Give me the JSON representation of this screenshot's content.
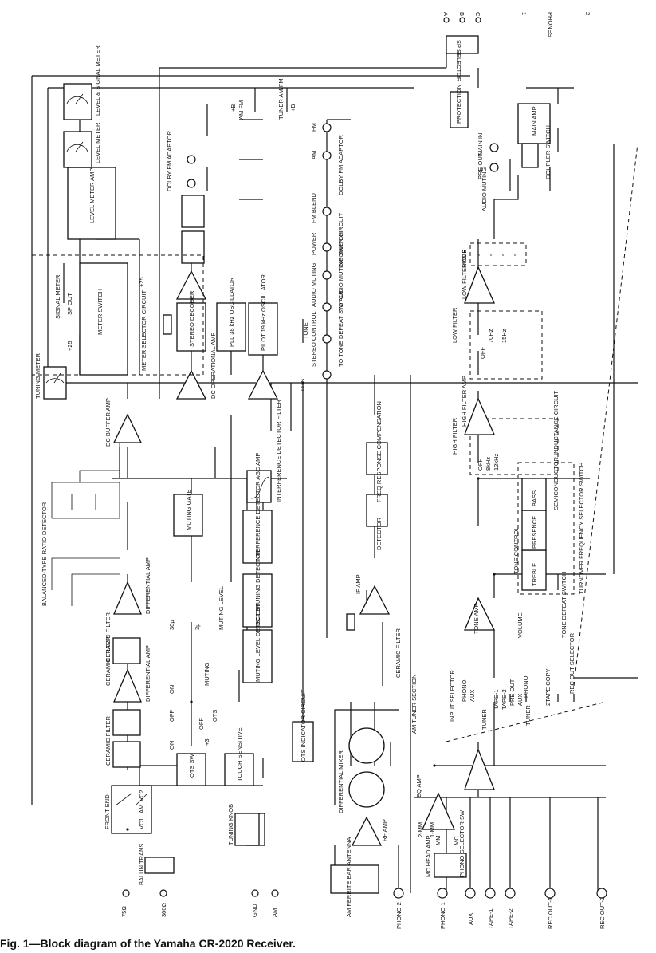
{
  "caption": "Fig. 1—Block diagram of the Yamaha CR-2020 Receiver.",
  "terminals": {
    "t75": "75Ω",
    "t300": "300Ω",
    "gnd": "GND",
    "am": "AM",
    "phono2": "PHONO 2",
    "phono1": "PHONO 1",
    "aux": "AUX",
    "tape1": "TAPE-1",
    "tape2": "TAPE-2",
    "recout1": "REC OUT-1",
    "recout2": "REC OUT-2",
    "spa": "A",
    "spb": "B",
    "spc": "C",
    "ph1": "1",
    "ph2": "2",
    "phones": "PHONES"
  },
  "fm": {
    "balun": "BALUN TRANS",
    "front_end": "FRONT END",
    "vc1": "VC1",
    "am_vc": "AM",
    "vc2": "VC2",
    "tuning_knob": "TUNING KNOB",
    "ceramic_filter_1": "CERAMIC FILTER",
    "differential_amp_1": "DIFFERENTIAL AMP",
    "ceramic_filter_2": "CERAMIC FILTER",
    "ceramic_filter_3": "CERAMIC FILTER",
    "differential_amp_2": "DIFFERENTIAL AMP",
    "ratio_detector": "BALANCED-TYPE RATIO DETECTOR",
    "dc_buffer_amp": "DC BUFFER AMP",
    "tuning_meter": "TUNING METER",
    "interference_filter": "INTERFERENCE DETECTOR FILTER",
    "ots_sw": "OTS SW",
    "touch_sensitive": "TOUCH SENSITIVE",
    "ots_indicator": "OTS INDICATOR CIRCUIT",
    "muting_gate": "MUTING GATE",
    "interference_agc": "INTERFERENCE DETECTOR AGC AMP",
    "dc_detuning": "DC DETUNING DETECTOR",
    "muting_level_detector": "MUTING LEVEL DETECTOR",
    "muting_level": "MUTING LEVEL",
    "on": "ON",
    "off": "OFF",
    "muting": "MUTING",
    "ots": "OTS",
    "plus3": "+3",
    "uv30": "30μ",
    "uv3": "3μ",
    "dc_op_amp": "DC OPERATIONAL AMP",
    "stereo_decoder": "STEREO DECODER",
    "pll": "PLL 38 kHz OSCILLATOR",
    "pilot": "PILOT 19 kHz OSCILLATOR",
    "ots_lamp": "OTS",
    "stereo_control": "STEREO CONTROL",
    "tone": "TONE",
    "to_tone_defeat": "TO TONE DEFEAT SWITCH",
    "audio_muting": "AUDIO MUTING",
    "to_audio_muting": "TO AUDIO MUTING SWITCH",
    "power": "POWER",
    "to_power": "TO POWER CIRCUIT",
    "fm_blend": "FM BLEND",
    "dolby_adaptor_r": "DOLBY FM ADAPTOR",
    "dolby_adaptor_l": "DOLBY FM ADAPTOR",
    "am_lamp": "AM",
    "fm_lamp": "FM",
    "tuner_sw": "TUNER AM/FM",
    "plusb1": "+B",
    "plusb2": "+B",
    "am_fm": "AM FM",
    "meter_selector": "METER SELECTOR CIRCUIT",
    "level_meter_amp": "LEVEL METER AMP",
    "level_meter": "LEVEL METER",
    "level_signal_meter": "LEVEL & SIGNAL METER",
    "signal_meter": "SIGNAL METER",
    "sp_out": "SP OUT",
    "meter_switch": "METER SWITCH",
    "p25a": "+25",
    "p25b": "+25"
  },
  "am": {
    "ferrite": "AM FERRITE BAR ANTENNA",
    "rf_amp": "RF AMP",
    "diff_mixer": "DIFFERENTIAL MIXER",
    "ceramic_filter": "CERAMIC FILTER",
    "if_amp": "IF AMP",
    "detector": "DETECTOR",
    "freq_resp": "FREQ RESPONSE COMPENSATION",
    "section": "AM TUNER SECTION"
  },
  "audio": {
    "mc_head_amp": "MC HEAD AMP",
    "phono_selector": "PHONO SELECTOR SW",
    "mm": "MM",
    "mc": "MC",
    "mm2": "2-MM",
    "mm1": "1-MM",
    "eq_amp": "EQ AMP",
    "input_selector": "INPUT SELECTOR",
    "in_phono": "PHONO",
    "in_aux": "AUX",
    "in_tuner": "TUNER",
    "in_tape1": "TAPE-1",
    "in_tape2": "TAPE-2",
    "rec_out_selector": "REC OUT SELECTOR",
    "ro_phono": "PHONO",
    "ro_aux": "AUX",
    "ro_tuner": "TUNER",
    "ro_preout": "PRE OUT",
    "ro_2tape": "2TAPE COPY",
    "tone_amp": "TONE AMP",
    "volume": "VOLUME",
    "tone_defeat": "TONE DEFEAT SWITCH",
    "tone_control": "TONE CONTROL",
    "treble": "TREBLE",
    "presence": "PRESENCE",
    "bass": "BASS",
    "turnover": "TURNOVER FREQUENCY SELECTOR SWITCH",
    "semiconductor": "SEMICONDUCTOR INDUCTANCE CIRCUIT",
    "high_filter": "HIGH FILTER",
    "high_filter_amp": "HIGH FILTER AMP",
    "hf_off": "OFF",
    "hf_8k": "8kHz",
    "hf_12k": "12kHz",
    "low_filter": "LOW FILTER",
    "low_filter_amp": "LOW FILTER AMP",
    "lf_off": "OFF",
    "lf_70": "70Hz",
    "lf_15": "15Hz",
    "mode": "MODE",
    "audio_muting": "AUDIO MUTING",
    "pre_out": "PRE OUT",
    "main_in": "MAIN IN",
    "coupler": "COUPLER SWITCH",
    "main_amp": "MAIN AMP",
    "protection": "PROTECTION",
    "sp_selector": "SP SELECTOR"
  }
}
